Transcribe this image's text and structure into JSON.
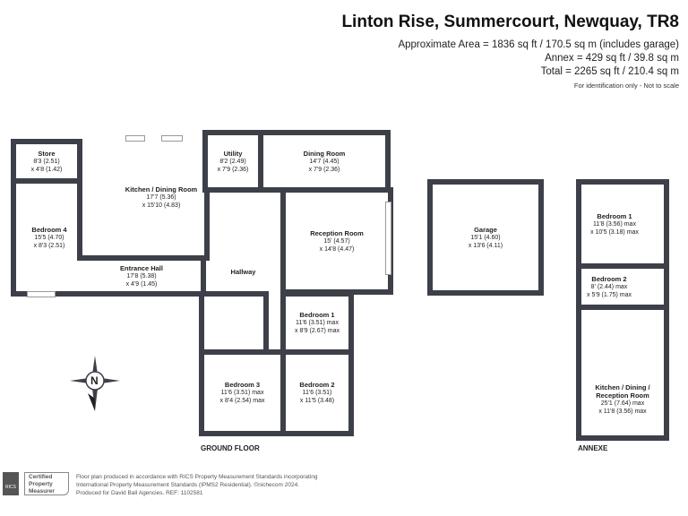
{
  "header": {
    "title": "Linton Rise, Summercourt, Newquay, TR8",
    "approx_area": "Approximate Area = 1836 sq ft / 170.5 sq m (includes garage)",
    "annex_area": "Annex = 429 sq ft / 39.8 sq m",
    "total_area": "Total = 2265 sq ft / 210.4 sq m",
    "note": "For identification only - Not to scale"
  },
  "ground_floor": {
    "label": "GROUND FLOOR",
    "rooms": [
      {
        "name": "Store",
        "d1": "8'3 (2.51)",
        "d2": "x 4'8 (1.42)"
      },
      {
        "name": "Kitchen / Dining Room",
        "d1": "17'7 (5.36)",
        "d2": "x 15'10 (4.83)"
      },
      {
        "name": "Utility",
        "d1": "8'2 (2.49)",
        "d2": "x 7'9 (2.36)"
      },
      {
        "name": "Dining Room",
        "d1": "14'7 (4.45)",
        "d2": "x 7'9 (2.36)"
      },
      {
        "name": "Bedroom 4",
        "d1": "15'5 (4.70)",
        "d2": "x 8'3 (2.51)"
      },
      {
        "name": "Reception Room",
        "d1": "15' (4.57)",
        "d2": "x 14'8 (4.47)"
      },
      {
        "name": "Entrance Hall",
        "d1": "17'8 (5.38)",
        "d2": "x 4'9 (1.45)"
      },
      {
        "name": "Hallway",
        "d1": "",
        "d2": ""
      },
      {
        "name": "Bedroom 1",
        "d1": "11'6 (3.51) max",
        "d2": "x 8'9 (2.67) max"
      },
      {
        "name": "Bedroom 3",
        "d1": "11'6 (3.51) max",
        "d2": "x 8'4 (2.54) max"
      },
      {
        "name": "Bedroom 2",
        "d1": "11'6 (3.51)",
        "d2": "x 11'5 (3.48)"
      }
    ]
  },
  "garage": {
    "name": "Garage",
    "d1": "15'1 (4.60)",
    "d2": "x 13'6 (4.11)"
  },
  "annexe": {
    "label": "ANNEXE",
    "rooms": [
      {
        "name": "Bedroom 1",
        "d1": "11'8 (3.56) max",
        "d2": "x 10'5 (3.18) max"
      },
      {
        "name": "Bedroom 2",
        "d1": "8' (2.44) max",
        "d2": "x 5'9 (1.75) max"
      },
      {
        "name": "Kitchen / Dining / Reception Room",
        "d1": "25'1 (7.64) max",
        "d2": "x 11'8 (3.56) max"
      }
    ]
  },
  "compass": {
    "letter": "N"
  },
  "footer": {
    "rics": "RICS",
    "badge": "Certified Property Measurer",
    "line1": "Floor plan produced in accordance with RICS Property Measurement Standards incorporating",
    "line2": "International Property Measurement Standards (IPMS2 Residential).  ©nichecom 2024.",
    "line3": "Produced for David Ball Agencies.   REF: 1102581"
  },
  "colors": {
    "wall": "#3d4049"
  }
}
